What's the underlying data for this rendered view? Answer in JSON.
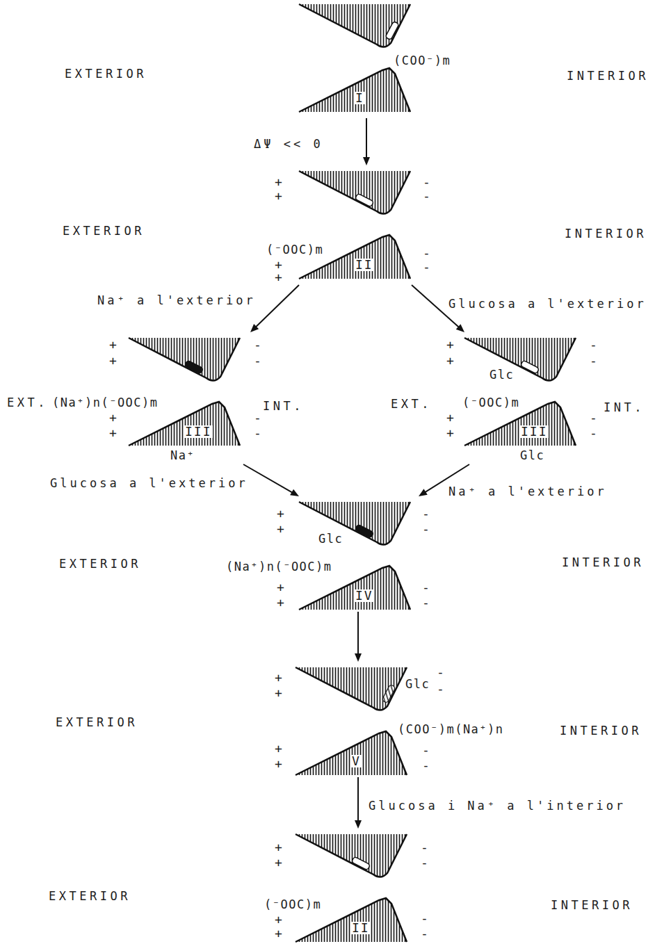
{
  "diagram": {
    "nodes": [
      {
        "text": [
          "(COO⁻)m",
          "I"
        ]
      },
      {
        "text": [
          "(⁻OOC)m",
          "II"
        ]
      },
      {
        "text": [
          "(Na⁺)n(⁻OOC)m",
          "III",
          "Na⁺"
        ]
      },
      {
        "text": [
          "Glc",
          "(⁻OOC)m",
          "III",
          "Glc"
        ]
      },
      {
        "text": [
          "Glc",
          "(Na⁺)n(⁻OOC)m",
          "IV"
        ]
      },
      {
        "text": [
          "Glc",
          "(COO⁻)m(Na⁺)n",
          "V"
        ]
      },
      {
        "text": [
          "(⁻OOC)m",
          "II"
        ]
      }
    ],
    "edges": [
      {
        "from": 0,
        "to": 1,
        "arrow": "to",
        "label": "ΔΨ << 0"
      },
      {
        "from": 1,
        "to": 2,
        "arrow": "to",
        "label": "Na⁺ a l'exterior"
      },
      {
        "from": 1,
        "to": 3,
        "arrow": "to",
        "label": "Glucosa a l'exterior"
      },
      {
        "from": 2,
        "to": 4,
        "arrow": "to",
        "label": "Glucosa a l'exterior"
      },
      {
        "from": 3,
        "to": 4,
        "arrow": "to",
        "label": "Na⁺ a l'exterior"
      },
      {
        "from": 4,
        "to": 5,
        "arrow": "to"
      },
      {
        "from": 5,
        "to": 6,
        "arrow": "to",
        "label": "Glucosa i Na⁺ a l'interior"
      }
    ],
    "labels": [
      "EXTERIOR",
      "INTERIOR",
      "+",
      "+",
      "-",
      "-",
      "EXTERIOR",
      "INTERIOR",
      "+",
      "+",
      "-",
      "-",
      "+",
      "+",
      "-",
      "-",
      "+",
      "+",
      "-",
      "-",
      "EXT.",
      "INT.",
      "EXT.",
      "INT.",
      "+",
      "+",
      "-",
      "-",
      "+",
      "+",
      "-",
      "-",
      "+",
      "+",
      "-",
      "-",
      "EXTERIOR",
      "INTERIOR",
      "+",
      "+",
      "-",
      "-",
      "+",
      "+",
      "-",
      "-",
      "EXTERIOR",
      "INTERIOR",
      "+",
      "+",
      "-",
      "-",
      "+",
      "+",
      "-",
      "-",
      "EXTERIOR",
      "INTERIOR",
      "+",
      "+",
      "-",
      "-"
    ]
  }
}
